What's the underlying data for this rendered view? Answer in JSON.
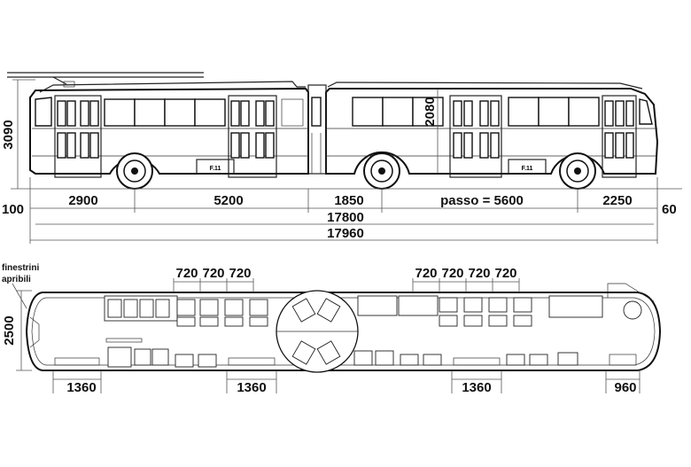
{
  "side_view": {
    "height_total": "3090",
    "interior_height": "2080",
    "seg_front_overhang": "2900",
    "seg_front_body": "5200",
    "seg_joint": "1850",
    "seg_wheelbase": "passo = 5600",
    "seg_rear_overhang": "2250",
    "left_offset": "100",
    "right_offset": "60",
    "length_body": "17800",
    "length_total": "17960",
    "plate_front": "F.11",
    "plate_rear": "F.11"
  },
  "plan_view": {
    "note_line1": "finestrini",
    "note_line2": "apribili",
    "width": "2500",
    "pitch_front": [
      "720",
      "720",
      "720"
    ],
    "pitch_rear": [
      "720",
      "720",
      "720",
      "720"
    ],
    "door_1": "1360",
    "door_2": "1360",
    "door_3": "1360",
    "door_4": "960"
  }
}
